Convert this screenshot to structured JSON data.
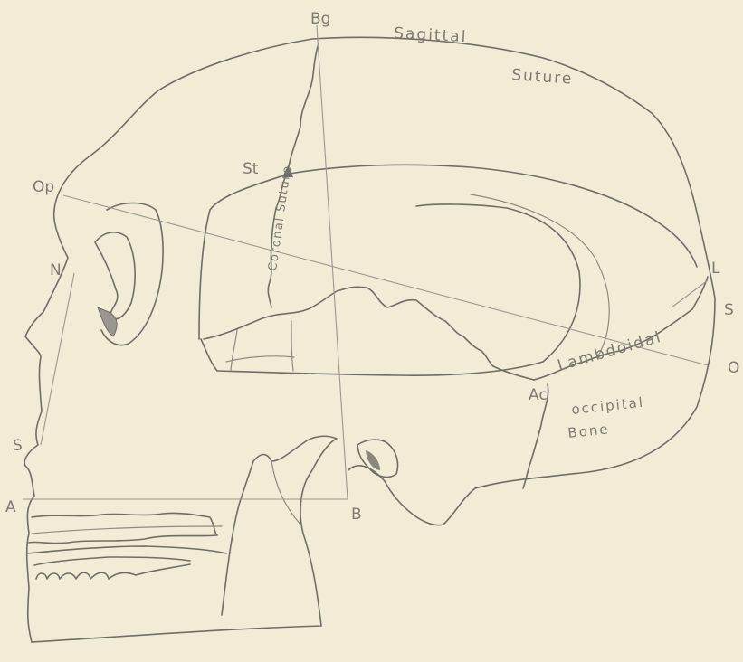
{
  "diagram": {
    "points": {
      "bg": "Bg",
      "st": "St",
      "op": "Op",
      "n": "N",
      "l": "L",
      "s_right": "S",
      "o": "O",
      "ac": "Ac",
      "s_left": "S",
      "a": "A",
      "b": "B"
    },
    "words": {
      "sagittal": "Sagittal",
      "suture": "Suture",
      "coronal_suture": "Coronal Suture",
      "lambdoidal": "Lambdoidal",
      "occipital": "occipital",
      "bone": "Bone"
    }
  }
}
